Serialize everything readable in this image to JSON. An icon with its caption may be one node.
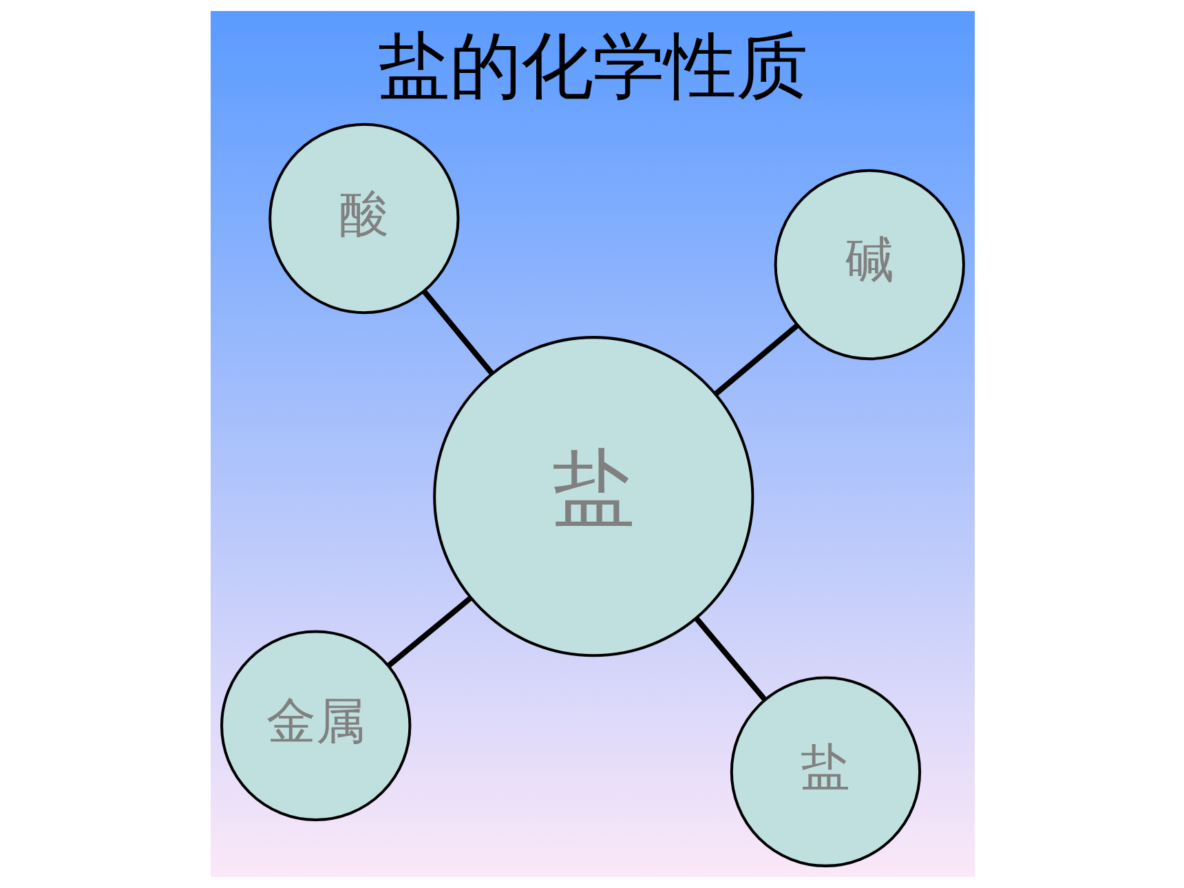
{
  "diagram": {
    "title": "盐的化学性质",
    "nodes": [
      {
        "text": [
          "金属"
        ]
      },
      {
        "text": [
          "盐"
        ]
      },
      {
        "text": [
          "盐"
        ]
      },
      {
        "text": [
          "酸"
        ]
      },
      {
        "text": [
          "碱"
        ]
      }
    ],
    "edges": [
      {
        "from": 2,
        "to": 0,
        "arrow": "none"
      },
      {
        "from": 2,
        "to": 1,
        "arrow": "none"
      },
      {
        "from": 2,
        "to": 3,
        "arrow": "none"
      },
      {
        "from": 2,
        "to": 4,
        "arrow": "none"
      }
    ]
  }
}
